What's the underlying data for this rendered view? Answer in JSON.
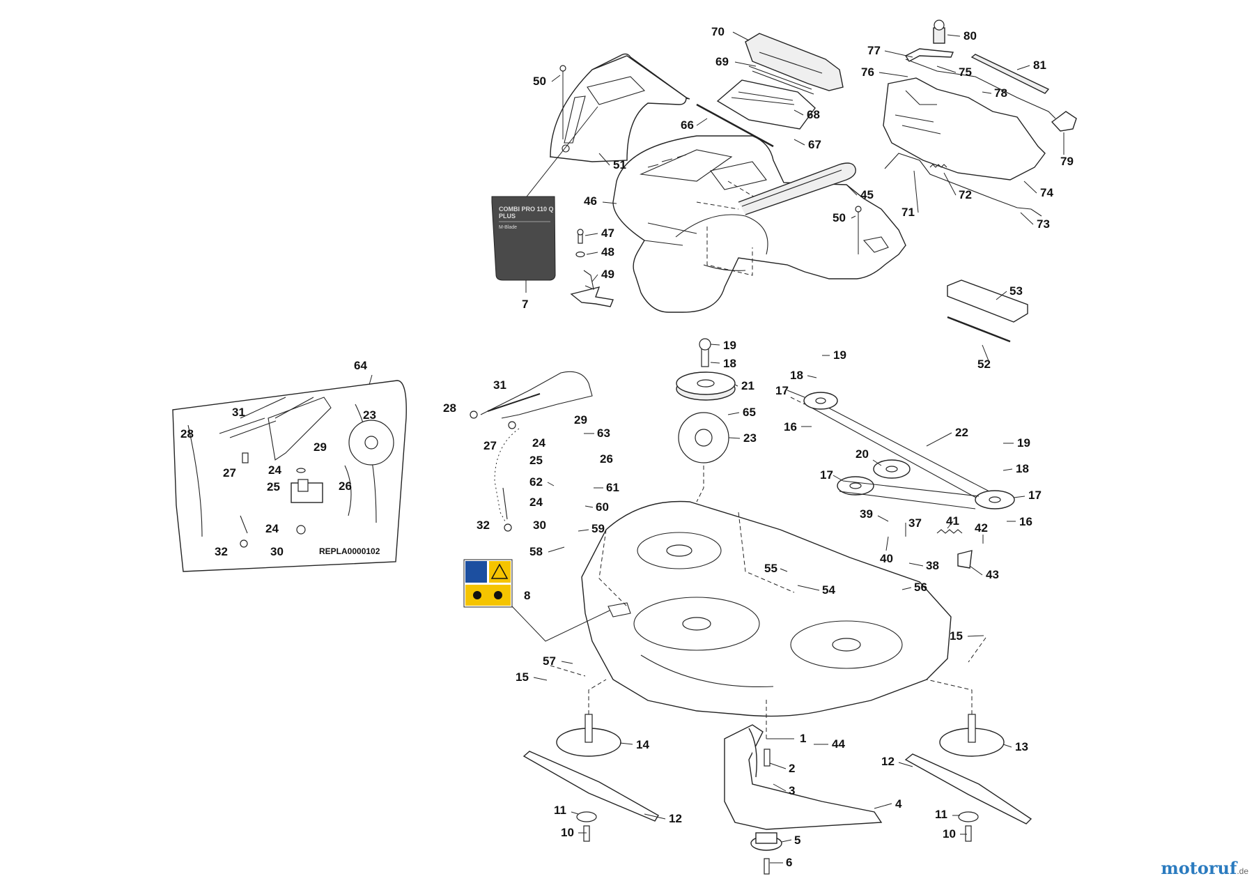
{
  "labels": {
    "l1": "1",
    "l2": "2",
    "l3": "3",
    "l4": "4",
    "l5": "5",
    "l6": "6",
    "l7": "7",
    "l8": "8",
    "l10a": "10",
    "l10b": "10",
    "l11a": "11",
    "l11b": "11",
    "l12a": "12",
    "l12b": "12",
    "l13": "13",
    "l14": "14",
    "l15a": "15",
    "l15b": "15",
    "l16a": "16",
    "l16b": "16",
    "l17a": "17",
    "l17b": "17",
    "l17c": "17",
    "l18a": "18",
    "l18b": "18",
    "l18c": "18",
    "l19a": "19",
    "l19b": "19",
    "l19c": "19",
    "l20": "20",
    "l21": "21",
    "l22": "22",
    "l23a": "23",
    "l23b": "23",
    "l24a": "24",
    "l24b": "24",
    "l24c": "24",
    "l24d": "24",
    "l25a": "25",
    "l25b": "25",
    "l26a": "26",
    "l26b": "26",
    "l27a": "27",
    "l27b": "27",
    "l28a": "28",
    "l28b": "28",
    "l29a": "29",
    "l29b": "29",
    "l30a": "30",
    "l30b": "30",
    "l31a": "31",
    "l31b": "31",
    "l32a": "32",
    "l32b": "32",
    "l37": "37",
    "l38": "38",
    "l39": "39",
    "l40": "40",
    "l41": "41",
    "l42": "42",
    "l43": "43",
    "l44": "44",
    "l45": "45",
    "l46": "46",
    "l47": "47",
    "l48": "48",
    "l49": "49",
    "l50a": "50",
    "l50b": "50",
    "l51": "51",
    "l52": "52",
    "l53": "53",
    "l54": "54",
    "l55": "55",
    "l56": "56",
    "l57": "57",
    "l58": "58",
    "l59": "59",
    "l60": "60",
    "l61": "61",
    "l62": "62",
    "l63": "63",
    "l64": "64",
    "l65": "65",
    "l66": "66",
    "l67": "67",
    "l68": "68",
    "l69": "69",
    "l70": "70",
    "l71": "71",
    "l72": "72",
    "l73": "73",
    "l74": "74",
    "l75": "75",
    "l76": "76",
    "l77": "77",
    "l78": "78",
    "l79": "79",
    "l80": "80",
    "l81": "81"
  },
  "decal_7": {
    "line1": "COMBI PRO 110 Q",
    "line2": "PLUS",
    "line3": "M-Blade"
  },
  "inset_reference": "REPLA0000102",
  "watermark": {
    "text": "motoruf",
    "suffix": ".de"
  },
  "colors": {
    "decal_bg": "#4a4a4a",
    "warning_yellow": "#f5c400",
    "manual_blue": "#1c4fa0",
    "watermark_text": "#2b7bbf"
  }
}
